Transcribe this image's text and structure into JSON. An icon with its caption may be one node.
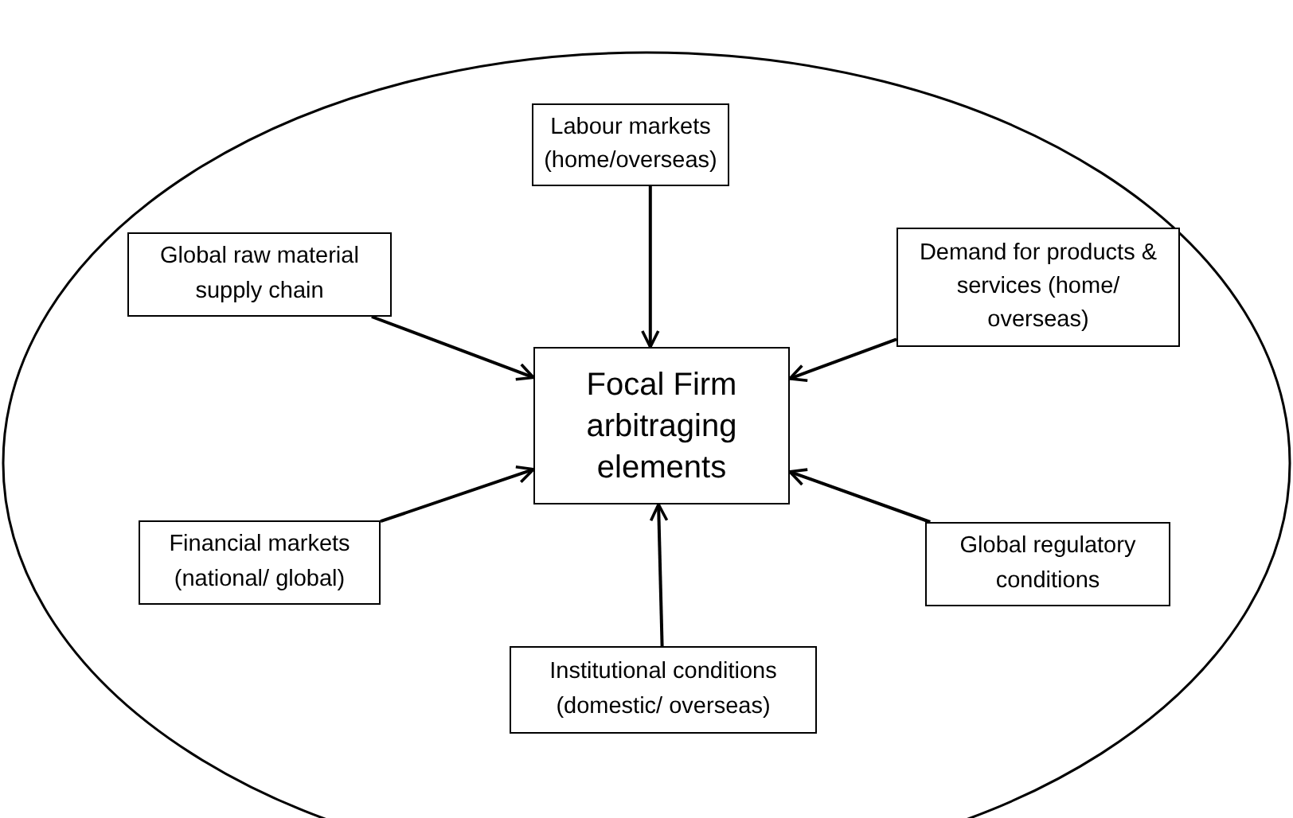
{
  "diagram": {
    "nodes": [
      {
        "text": [],
        "shape": "ellipse"
      },
      {
        "text": [
          "Labour markets (home/overseas)"
        ],
        "in": 0
      },
      {
        "text": [
          "Global raw material supply chain"
        ],
        "in": 0
      },
      {
        "text": [
          "Demand for products & services (home/ overseas)"
        ],
        "in": 0
      },
      {
        "text": [
          "Focal Firm arbitraging elements"
        ],
        "in": 0
      },
      {
        "text": [
          "Financial markets (national/ global)"
        ],
        "in": 0
      },
      {
        "text": [
          "Global regulatory conditions"
        ],
        "in": 0
      },
      {
        "text": [
          "Institutional conditions (domestic/ overseas)"
        ],
        "in": 0
      }
    ],
    "edges": [
      {
        "from": 1,
        "to": 4,
        "arrow": "to"
      },
      {
        "from": 2,
        "to": 4,
        "arrow": "to"
      },
      {
        "from": 3,
        "to": 4,
        "arrow": "to"
      },
      {
        "from": 5,
        "to": 4,
        "arrow": "to"
      },
      {
        "from": 6,
        "to": 4,
        "arrow": "to"
      },
      {
        "from": 7,
        "to": 4,
        "arrow": "to"
      }
    ]
  }
}
